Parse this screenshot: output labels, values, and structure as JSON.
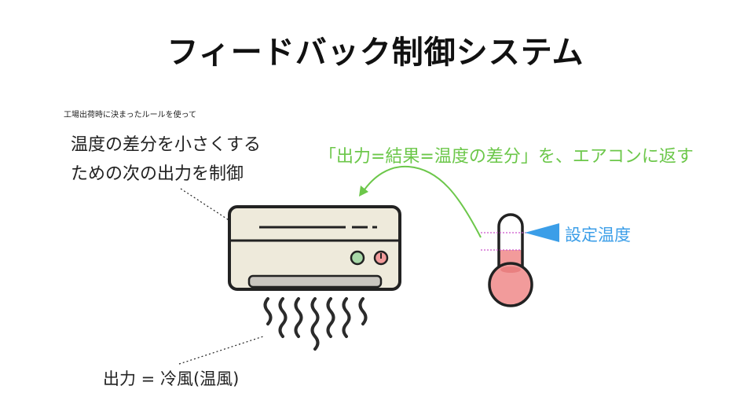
{
  "title": "フィードバック制御システム",
  "annotation": {
    "small": "工場出荷時に決まったルールを使って",
    "line1": "温度の差分を小さくする",
    "line2": "ための次の出力を制御"
  },
  "feedback_label": "「出力=結果=温度の差分」を、エアコンに返す",
  "setpoint_label": "設定温度",
  "output_label": "出力 = 冷風(温風)",
  "colors": {
    "feedback": "#6cc74a",
    "setpoint": "#3b9ee8",
    "thermometer_fill": "#f29b9b",
    "ac_body": "#eeeadb",
    "ac_vent": "#c9c6c0",
    "outline": "#222222",
    "led_green": "#a8d8a8",
    "led_red": "#f29b9b"
  },
  "icons": [
    "air-conditioner-icon",
    "thermometer-icon",
    "airflow-waves-icon",
    "setpoint-arrow-icon"
  ]
}
